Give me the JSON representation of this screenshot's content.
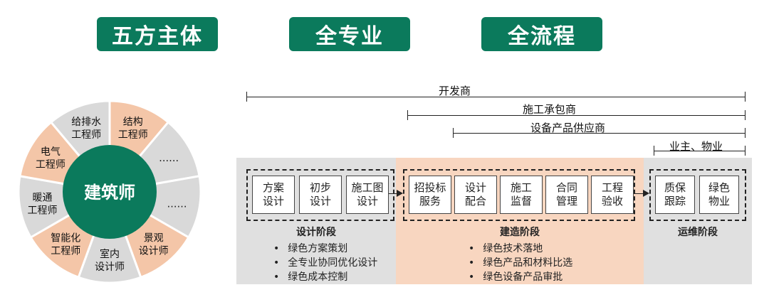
{
  "badges": [
    "五方主体",
    "全专业",
    "全流程"
  ],
  "wheel": {
    "center": "建筑师",
    "segments": [
      {
        "label": "结构\n工程师",
        "color": "#f4c6a8"
      },
      {
        "label": "……",
        "color": "#d9d9d9"
      },
      {
        "label": "……",
        "color": "#d9d9d9"
      },
      {
        "label": "景观\n设计师",
        "color": "#f4c6a8"
      },
      {
        "label": "室内\n设计师",
        "color": "#d9d9d9"
      },
      {
        "label": "智能化\n工程师",
        "color": "#f4c6a8"
      },
      {
        "label": "暖通\n工程师",
        "color": "#d9d9d9"
      },
      {
        "label": "电气\n工程师",
        "color": "#f4c6a8"
      },
      {
        "label": "给排水\n工程师",
        "color": "#d9d9d9"
      }
    ],
    "center_color": "#0b7a5c"
  },
  "timeline": [
    "开发商",
    "施工承包商",
    "设备产品供应商",
    "业主、物业"
  ],
  "phases": {
    "design": {
      "title": "设计阶段",
      "steps": [
        "方案\n设计",
        "初步\n设计",
        "施工图\n设计"
      ],
      "bullets": [
        "绿色方案策划",
        "全专业协同优化设计",
        "绿色成本控制"
      ]
    },
    "construction": {
      "title": "建造阶段",
      "steps": [
        "招投标\n服务",
        "设计\n配合",
        "施工\n监督",
        "合同\n管理",
        "工程\n验收"
      ],
      "bullets": [
        "绿色技术落地",
        "绿色产品和材料比选",
        "绿色设备产品审批"
      ]
    },
    "operation": {
      "title": "运维阶段",
      "steps": [
        "质保\n跟踪",
        "绿色\n物业"
      ]
    }
  },
  "colors": {
    "green": "#0b7a5c",
    "peach": "#f8d6c0",
    "gray": "#e0e0e0"
  }
}
